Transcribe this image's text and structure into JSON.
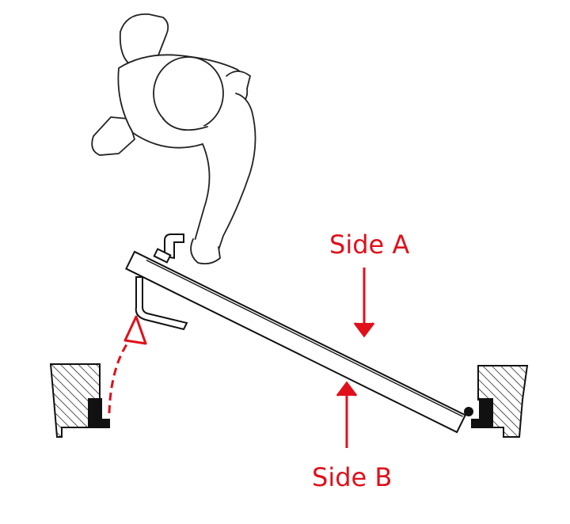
{
  "labels": {
    "side_a": "Side A",
    "side_b": "Side B"
  },
  "colors": {
    "accent": "#e0101b",
    "line": "#111111",
    "background": "#ffffff"
  },
  "icons": {
    "person": "person-top-view-icon",
    "hinge": "hinge-dot-icon",
    "swing": "swing-direction-arrow"
  }
}
